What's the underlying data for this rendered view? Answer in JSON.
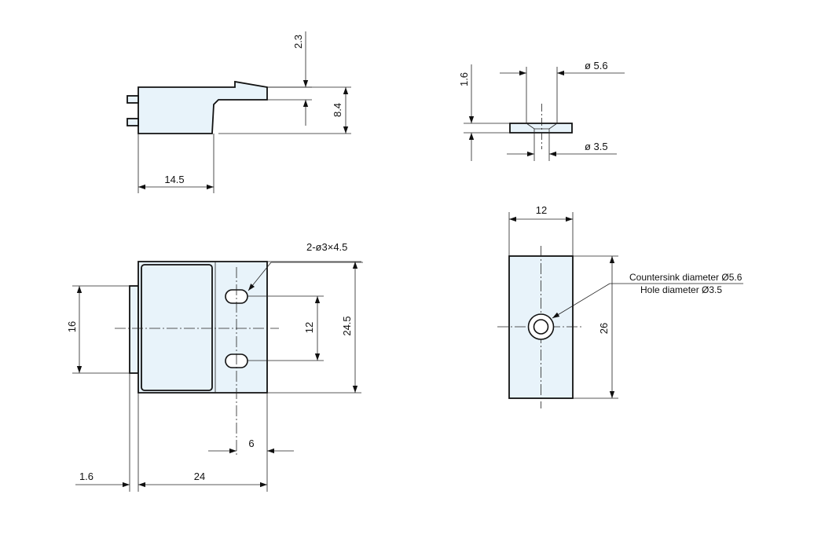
{
  "colors": {
    "part_fill": "#e8f3fa",
    "line": "#111111",
    "background": "#ffffff"
  },
  "top_left_view": {
    "dim_top": "2.3",
    "dim_right": "8.4",
    "dim_bottom": "14.5"
  },
  "top_right_view": {
    "dim_left": "1.6",
    "dim_top": "ø 5.6",
    "dim_bottom": "ø 3.5"
  },
  "bottom_left_view": {
    "slot_callout": "2-ø3×4.5",
    "dim_left": "16",
    "dim_slot_pitch": "12",
    "dim_height": "24.5",
    "dim_slot_offset": "6",
    "dim_flange": "1.6",
    "dim_width": "24"
  },
  "bottom_right_view": {
    "dim_width": "12",
    "dim_height": "26",
    "note_line1": "Countersink diameter Ø5.6",
    "note_line2": "Hole diameter Ø3.5"
  }
}
